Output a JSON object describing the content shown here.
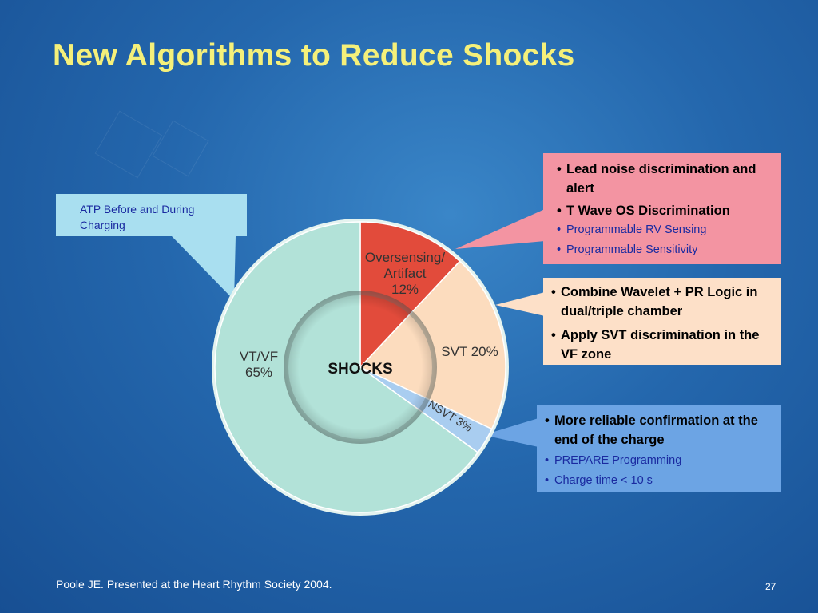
{
  "slide": {
    "title": "New Algorithms to Reduce Shocks",
    "footer": "Poole JE. Presented at the Heart Rhythm Society 2004.",
    "page_number": "27"
  },
  "callouts": {
    "atp": {
      "text": "ATP Before and During Charging",
      "color": "#a9dff0"
    },
    "oversensing": {
      "color": "#f394a2",
      "bold_items": [
        "Lead noise discrimination and alert",
        "T Wave OS Discrimination"
      ],
      "sub_items": [
        "Programmable RV Sensing",
        "Programmable Sensitivity"
      ]
    },
    "svt": {
      "color": "#fde0c8",
      "bold_items": [
        "Combine Wavelet + PR Logic in dual/triple chamber",
        "Apply SVT discrimination in the VF zone"
      ]
    },
    "nsvt": {
      "color": "#6ca4e4",
      "bold_items": [
        "More reliable confirmation at the end of the charge"
      ],
      "sub_items": [
        "PREPARE Programming",
        "Charge time < 10 s"
      ]
    }
  },
  "chart_data": {
    "type": "pie",
    "center_label": "SHOCKS",
    "slices": [
      {
        "name": "Oversensing/ Artifact",
        "label_lines": [
          "Oversensing/",
          "Artifact",
          "12%"
        ],
        "value": 12,
        "color": "#e24b3b"
      },
      {
        "name": "SVT",
        "label_lines": [
          "SVT 20%"
        ],
        "value": 20,
        "color": "#fcdcbe"
      },
      {
        "name": "NSVT",
        "label_lines": [
          "NSVT 3%"
        ],
        "value": 3,
        "color": "#a9cdf0"
      },
      {
        "name": "VT/VF",
        "label_lines": [
          "VT/VF",
          "65%"
        ],
        "value": 65,
        "color": "#b2e2d8"
      }
    ]
  }
}
